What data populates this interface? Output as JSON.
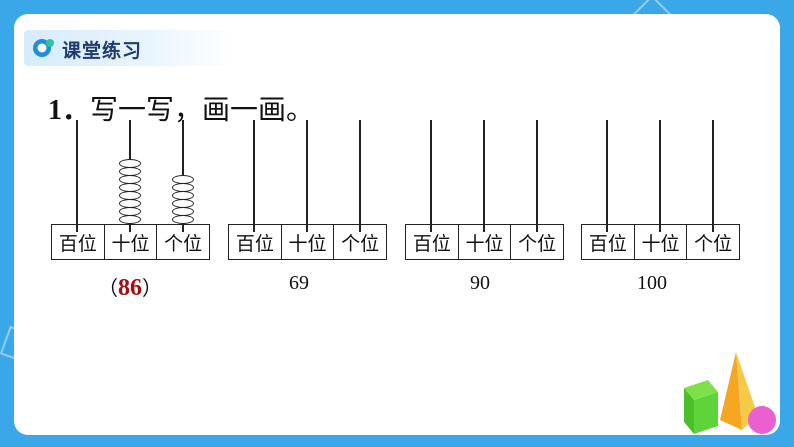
{
  "header": {
    "title": "课堂练习"
  },
  "question": {
    "number": "1．",
    "text": "写一写，画一画。"
  },
  "place_headers": [
    "百位",
    "十位",
    "个位"
  ],
  "abacuses": [
    {
      "label_open": "（",
      "answer": "86",
      "label_close": "）",
      "beads": [
        0,
        8,
        6
      ]
    },
    {
      "label": "69",
      "beads": [
        0,
        0,
        0
      ]
    },
    {
      "label": "90",
      "beads": [
        0,
        0,
        0
      ]
    },
    {
      "label": "100",
      "beads": [
        0,
        0,
        0
      ]
    }
  ],
  "colors": {
    "frame": "#3aa8e8",
    "answer": "#a01010",
    "title": "#1f3a6e"
  }
}
